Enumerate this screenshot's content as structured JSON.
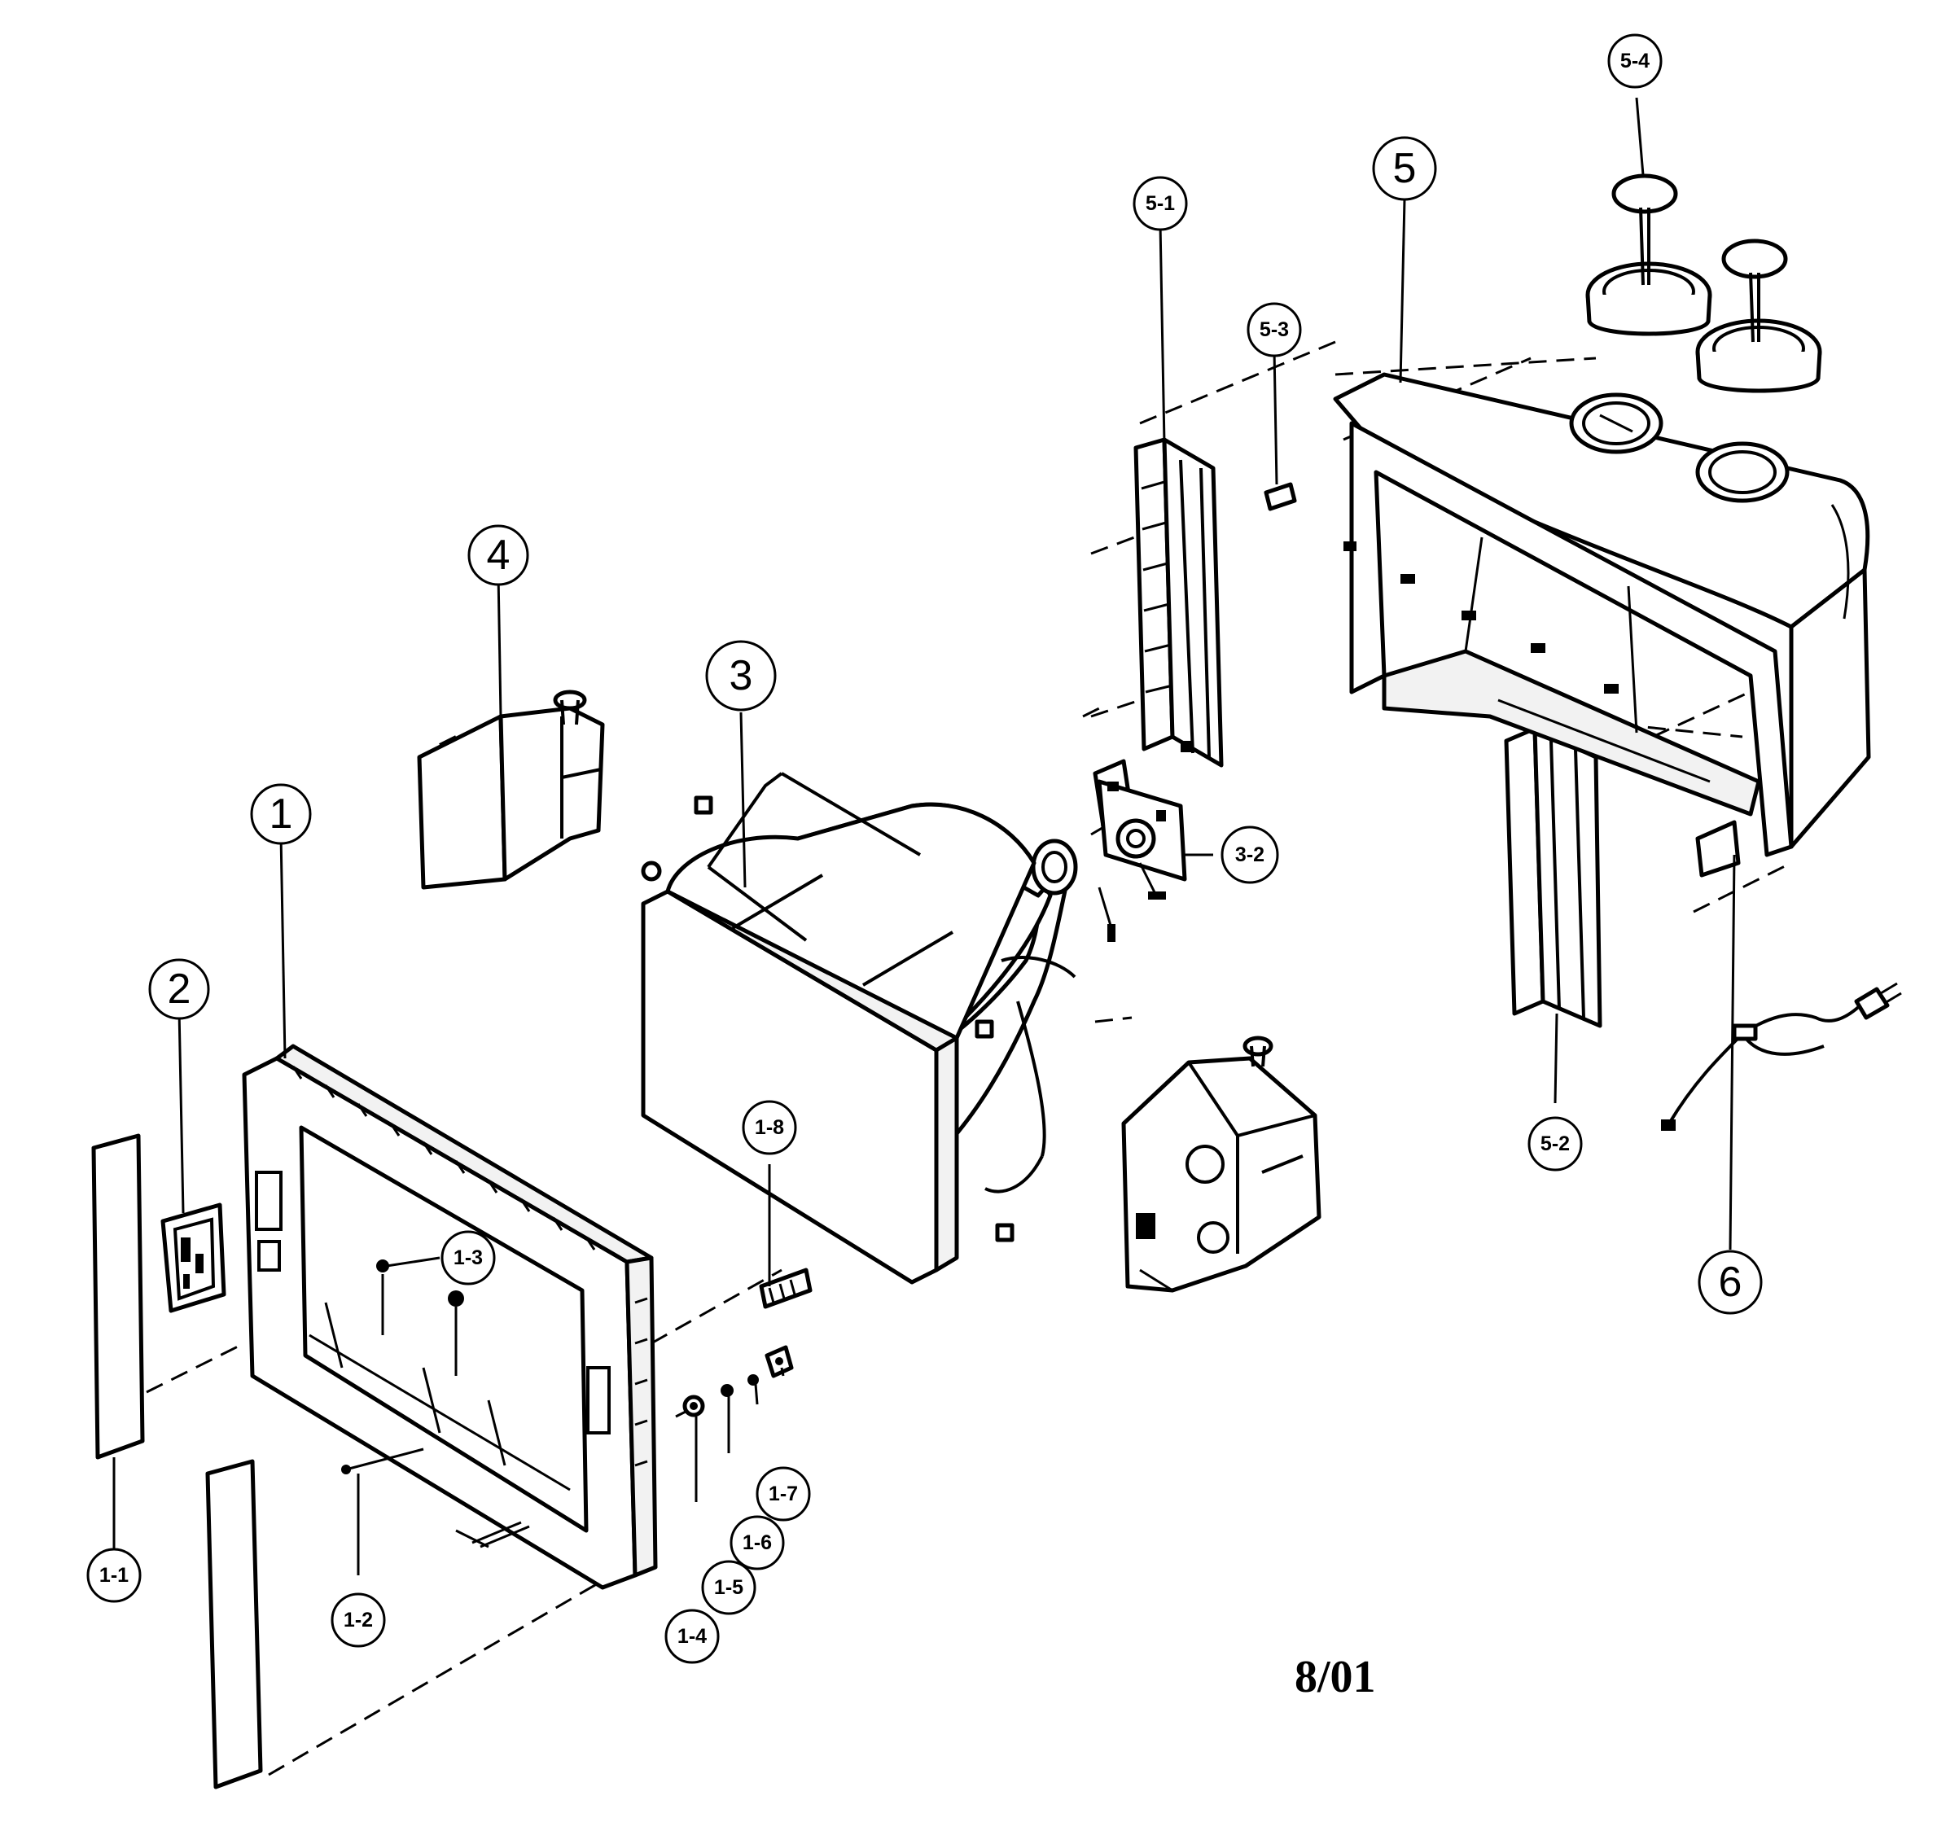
{
  "callouts": {
    "c1": "1",
    "c1_1": "1-1",
    "c1_2": "1-2",
    "c1_3": "1-3",
    "c1_4": "1-4",
    "c1_5": "1-5",
    "c1_6": "1-6",
    "c1_7": "1-7",
    "c1_8": "1-8",
    "c2": "2",
    "c3": "3",
    "c3_2": "3-2",
    "c4": "4",
    "c5": "5",
    "c5_1": "5-1",
    "c5_2": "5-2",
    "c5_3": "5-3",
    "c5_4": "5-4",
    "c6": "6"
  },
  "date_code": "8/01"
}
